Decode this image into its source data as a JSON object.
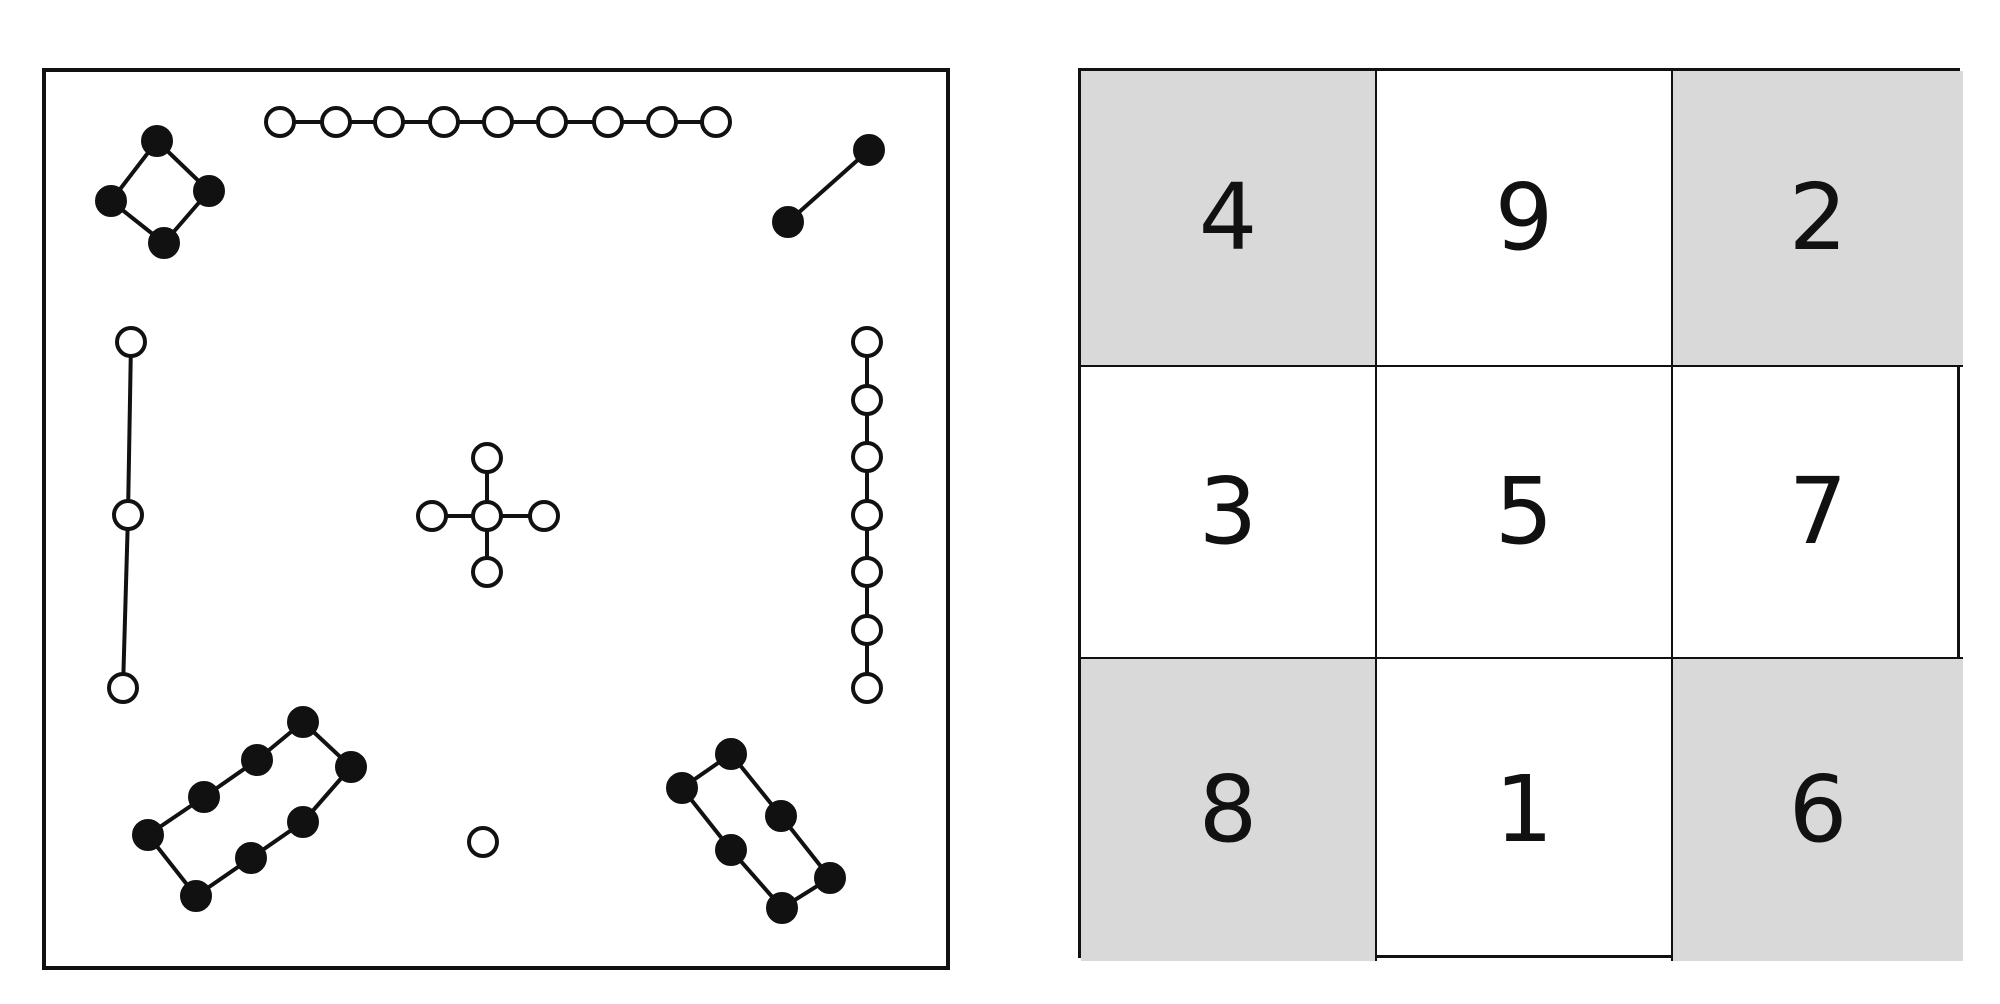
{
  "lo_shu_diagram": {
    "groups": [
      {
        "number": 1,
        "dot": "open",
        "count": 1
      },
      {
        "number": 2,
        "dot": "filled",
        "count": 2
      },
      {
        "number": 3,
        "dot": "open",
        "count": 3
      },
      {
        "number": 4,
        "dot": "filled",
        "count": 4
      },
      {
        "number": 5,
        "dot": "open",
        "count": 5
      },
      {
        "number": 6,
        "dot": "filled",
        "count": 6
      },
      {
        "number": 7,
        "dot": "open",
        "count": 7
      },
      {
        "number": 8,
        "dot": "filled",
        "count": 8
      },
      {
        "number": 9,
        "dot": "open",
        "count": 9
      }
    ],
    "colors": {
      "filled": "#111111",
      "open": "#ffffff",
      "line": "#111111"
    }
  },
  "magic_square": {
    "cells": [
      {
        "value": "4",
        "shaded": true
      },
      {
        "value": "9",
        "shaded": false
      },
      {
        "value": "2",
        "shaded": true
      },
      {
        "value": "3",
        "shaded": false
      },
      {
        "value": "5",
        "shaded": false
      },
      {
        "value": "7",
        "shaded": false
      },
      {
        "value": "8",
        "shaded": true
      },
      {
        "value": "1",
        "shaded": false
      },
      {
        "value": "6",
        "shaded": true
      }
    ],
    "shade_color": "#d9d9d9"
  }
}
